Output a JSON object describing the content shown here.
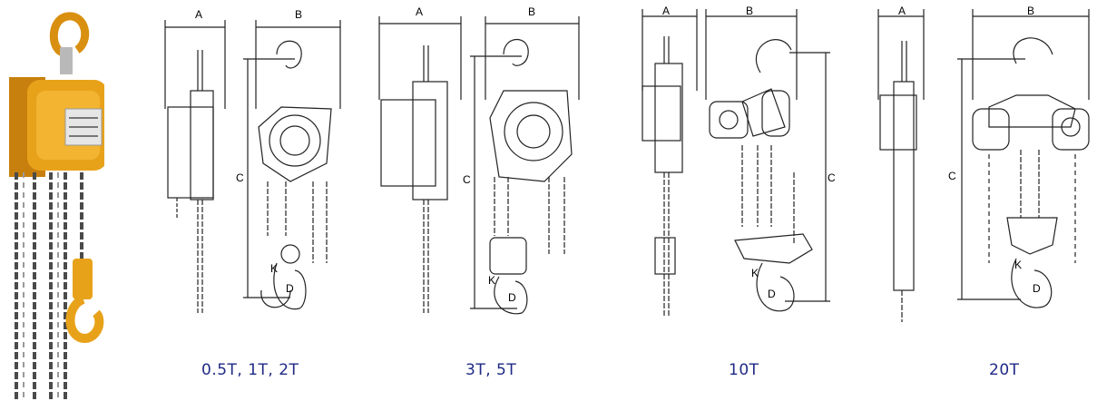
{
  "photo": {
    "description_icon": "chain-hoist-photo-icon"
  },
  "dimension_letters": {
    "a": "A",
    "b": "B",
    "c": "C",
    "d": "D",
    "k": "K"
  },
  "models": [
    {
      "caption": "0.5T, 1T, 2T"
    },
    {
      "caption": "3T, 5T"
    },
    {
      "caption": "10T"
    },
    {
      "caption": "20T"
    }
  ],
  "colors": {
    "caption": "#1f2a86",
    "hoist_body": "#e8a21a",
    "line": "#222222"
  }
}
